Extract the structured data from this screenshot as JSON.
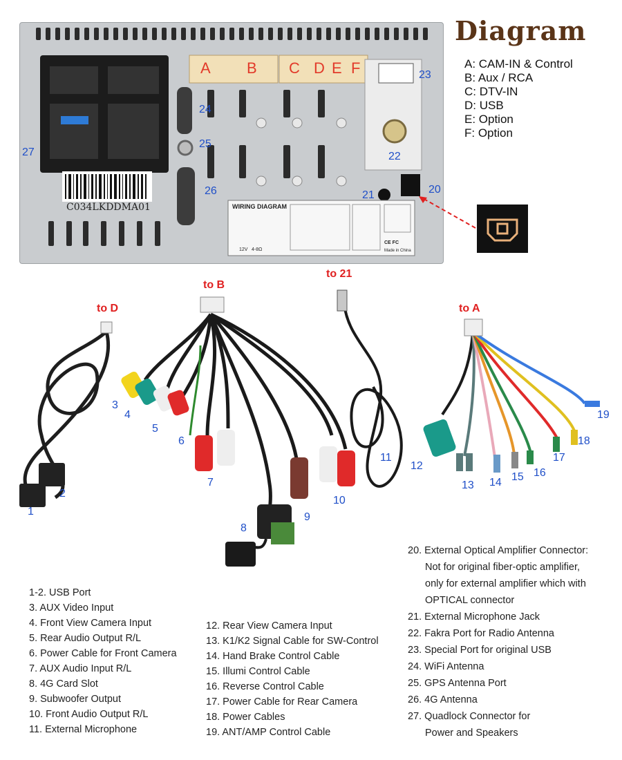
{
  "title": "Diagram",
  "legend": [
    "A: CAM-IN & Control",
    "B: Aux / RCA",
    "C: DTV-IN",
    "D: USB",
    "E: Option",
    "F: Option"
  ],
  "connector_letters": [
    "A",
    "B",
    "C",
    "D",
    "E",
    "F"
  ],
  "unit": {
    "barcode_text": "C034LKDDMA01",
    "wiring_label": "WIRING DIAGRAM",
    "made_in": "Made in China",
    "ce_fcc": "CE FC",
    "power_labels": [
      "12V",
      "4-8Ω"
    ]
  },
  "numbers": {
    "n1": "1",
    "n2": "2",
    "n3": "3",
    "n4": "4",
    "n5": "5",
    "n6": "6",
    "n7": "7",
    "n8": "8",
    "n9": "9",
    "n10": "10",
    "n11": "11",
    "n12": "12",
    "n13": "13",
    "n14": "14",
    "n15": "15",
    "n16": "16",
    "n17": "17",
    "n18": "18",
    "n19": "19",
    "n20": "20",
    "n21": "21",
    "n22": "22",
    "n23": "23",
    "n24": "24",
    "n25": "25",
    "n26": "26",
    "n27": "27"
  },
  "to_labels": {
    "to_d": "to D",
    "to_b": "to B",
    "to_21": "to 21",
    "to_a": "to A"
  },
  "descriptions": {
    "col1": [
      "1-2. USB Port",
      "3. AUX Video Input",
      "4. Front View Camera Input",
      "5. Rear Audio Output R/L",
      "6. Power Cable for Front Camera",
      "7. AUX Audio Input R/L",
      "8. 4G Card Slot",
      "9. Subwoofer Output",
      "10. Front Audio Output R/L",
      "11. External Microphone"
    ],
    "col2": [
      "12. Rear View Camera Input",
      "13. K1/K2 Signal Cable for SW-Control",
      "14. Hand Brake Control Cable",
      "15. Illumi Control Cable",
      "16. Reverse Control Cable",
      "17. Power Cable for Rear Camera",
      "18. Power Cables",
      "19. ANT/AMP Control Cable"
    ],
    "col3": [
      "20. External Optical Amplifier Connector:",
      "Not for original fiber-optic amplifier,",
      "only for external amplifier which with",
      "OPTICAL connector",
      "21. External Microphone Jack",
      "22. Fakra Port for Radio Antenna",
      "23. Special Port for original USB",
      "24. WiFi Antenna",
      "25. GPS Antenna Port",
      "26. 4G Antenna",
      "27. Quadlock Connector for",
      "Power and Speakers"
    ]
  },
  "colors": {
    "title": "#5a3418",
    "number": "#1f4fc8",
    "to_label": "#e02020",
    "connector": "#f2e0b8",
    "chassis": "#c9cccf",
    "optical_icon": "#e8b07a"
  }
}
